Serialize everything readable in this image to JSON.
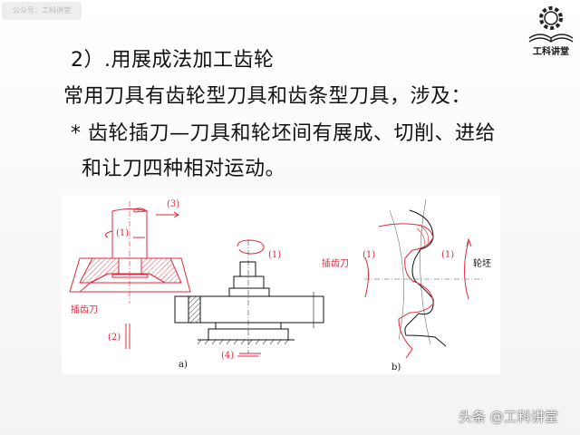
{
  "watermark_top": "公众号：工科讲堂",
  "logo": {
    "text": "工科讲堂",
    "icon": "gear-book-icon"
  },
  "content": {
    "heading": "2）.用展成法加工齿轮",
    "line1": "常用刀具有齿轮型刀具和齿条型刀具，涉及：",
    "line2": "* 齿轮插刀—刀具和轮坯间有展成、切削、进给",
    "line3": "和让刀四种相对运动。"
  },
  "figure": {
    "a_labels": {
      "motion3": "(3)",
      "motion1_cutter": "(1)",
      "cutter": "插齿刀",
      "motion2": "(2)",
      "motion1_blank": "(1)",
      "motion4": "(4)",
      "caption": "a)"
    },
    "b_labels": {
      "cutter": "插齿刀",
      "motion1_left": "(1)",
      "motion1_right": "(1)",
      "blank": "轮坯",
      "caption": "b)"
    }
  },
  "watermark_bottom": "头条 @工科讲堂",
  "colors": {
    "red": "#e0283c",
    "black": "#111111"
  }
}
